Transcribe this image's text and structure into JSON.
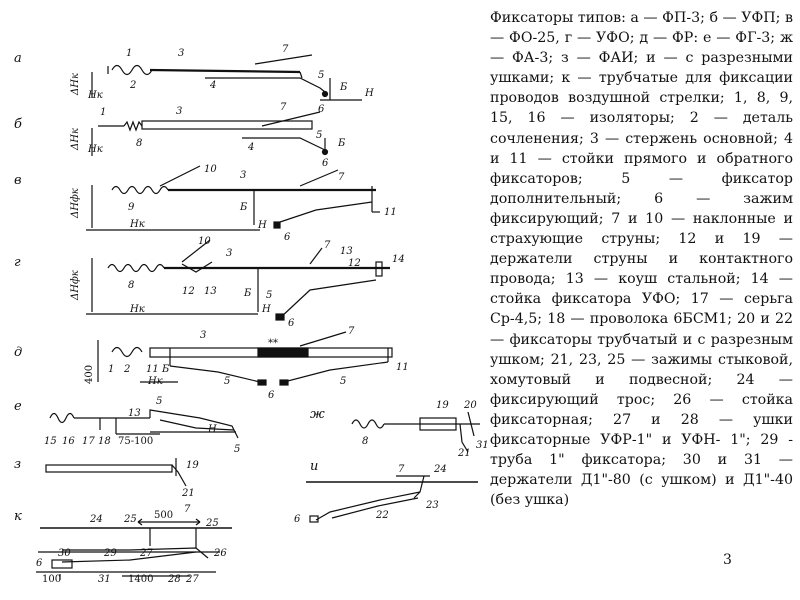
{
  "caption": "Фиксаторы типов: а — ФП-3; б — УФП; в — ФО-25, г — УФО; д — ФР: е — ФГ-3; ж — ФА-3; з — ФАИ; и — с разрезными ушками; к — трубчатые для фиксации проводов воздушной стрелки; 1, 8, 9, 15, 16 — изоляторы; 2 — деталь сочленения; 3 — стержень основной; 4 и 11 — стойки прямого и обратного фиксаторов; 5 — фиксатор дополнительный; 6 — зажим фиксирующий; 7 и 10 — наклонные и страхующие струны; 12 и 19 — держатели струны и контактного провода; 13 — коуш стальной; 14 — стойка фиксатора УФО; 17 — серьга Ср-4,5; 18 — проволока 6БСМ1; 20 и 22 — фиксаторы трубчатый и с разрезным ушком; 21, 23, 25 — зажимы стыковой, хомутовый и подвесной; 24 — фиксирующий трос; 26 — стойка фиксаторная; 27 и 28 — ушки фиксаторные УФР-1\" и УФН- 1\"; 29 - труба 1\" фиксатора; 30 и 31 — держатели Д1\"-80 (с ушком) и Д1\"-40 (без ушка)",
  "page_number": "3",
  "figure": {
    "a": {
      "letter": "а",
      "dim": "ΔHк",
      "h": "Hк",
      "n": [
        "1",
        "3",
        "7",
        "2",
        "4",
        "5",
        "6"
      ],
      "b": "Б",
      "hr": "H"
    },
    "b": {
      "letter": "б",
      "dim": "ΔHк",
      "h": "Hк",
      "n": [
        "1",
        "3",
        "7",
        "8",
        "4",
        "5",
        "6"
      ],
      "b": "Б"
    },
    "v": {
      "letter": "в",
      "dim": "ΔHфк",
      "h": "Hк",
      "n": [
        "10",
        "3",
        "7",
        "9",
        "11",
        "6"
      ],
      "b": "Б",
      "hr": "H"
    },
    "g": {
      "letter": "г",
      "dim": "ΔHфк",
      "h": "Hк",
      "n": [
        "10",
        "3",
        "7",
        "13",
        "14",
        "12",
        "8",
        "12",
        "13",
        "5",
        "6"
      ],
      "b": "Б",
      "hr": "H"
    },
    "d": {
      "letter": "д",
      "dim": "400",
      "h": "Hк",
      "n": [
        "3",
        "1",
        "2",
        "11",
        "7",
        "5",
        "5",
        "11",
        "6"
      ],
      "b": "Б",
      "mark": "**"
    },
    "e": {
      "letter": "е",
      "n": [
        "15",
        "16",
        "17",
        "18",
        "13",
        "5",
        "5"
      ],
      "dim": "75-100",
      "hr": "H"
    },
    "zh": {
      "letter": "ж",
      "n": [
        "19",
        "20",
        "8",
        "21",
        "31"
      ]
    },
    "z": {
      "letter": "з",
      "n": [
        "19",
        "21"
      ]
    },
    "i": {
      "letter": "и",
      "n": [
        "7",
        "24",
        "6",
        "23",
        "22"
      ]
    },
    "k": {
      "letter": "к",
      "n": [
        "24",
        "25",
        "7",
        "25",
        "30",
        "29",
        "27",
        "26",
        "6",
        "100",
        "31",
        "1400",
        "28",
        "27"
      ],
      "dim": "500"
    }
  }
}
